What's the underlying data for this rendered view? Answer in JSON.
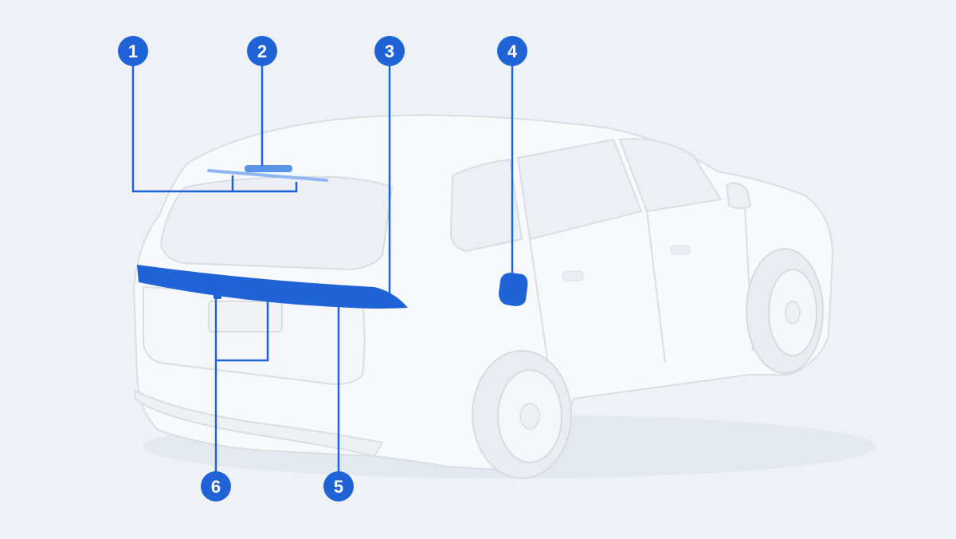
{
  "colors": {
    "background": "#eef2f7",
    "highlight": "#1f63d6",
    "highlight_light": "#8fb6f2",
    "car_body": "#f7f8fa",
    "car_outline": "#d9dee5"
  },
  "callouts": [
    {
      "id": "1",
      "label": "1"
    },
    {
      "id": "2",
      "label": "2"
    },
    {
      "id": "3",
      "label": "3"
    },
    {
      "id": "4",
      "label": "4"
    },
    {
      "id": "5",
      "label": "5"
    },
    {
      "id": "6",
      "label": "6"
    }
  ]
}
